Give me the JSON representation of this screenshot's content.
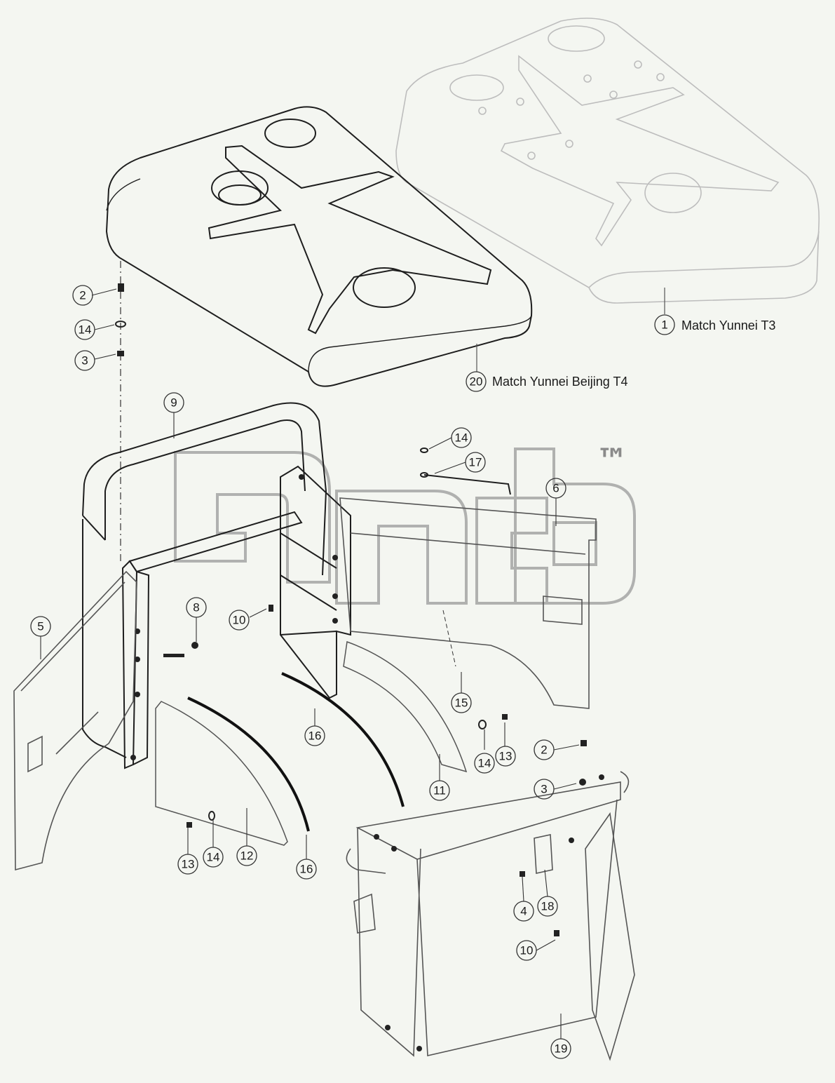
{
  "watermark": {
    "tm": "™"
  },
  "callouts": {
    "c1": {
      "num": "1",
      "text": "Match Yunnei T3"
    },
    "c20": {
      "num": "20",
      "text": "Match Yunnei  Beijing T4"
    },
    "c2a": {
      "num": "2"
    },
    "c14a": {
      "num": "14"
    },
    "c3a": {
      "num": "3"
    },
    "c9": {
      "num": "9"
    },
    "c14b": {
      "num": "14"
    },
    "c17": {
      "num": "17"
    },
    "c6": {
      "num": "6"
    },
    "c5": {
      "num": "5"
    },
    "c8": {
      "num": "8"
    },
    "c10a": {
      "num": "10"
    },
    "c15": {
      "num": "15"
    },
    "c16a": {
      "num": "16"
    },
    "c14c": {
      "num": "14"
    },
    "c13a": {
      "num": "13"
    },
    "c11": {
      "num": "11"
    },
    "c2b": {
      "num": "2"
    },
    "c3b": {
      "num": "3"
    },
    "c13b": {
      "num": "13"
    },
    "c14d": {
      "num": "14"
    },
    "c12": {
      "num": "12"
    },
    "c16b": {
      "num": "16"
    },
    "c4": {
      "num": "4"
    },
    "c18": {
      "num": "18"
    },
    "c10b": {
      "num": "10"
    },
    "c19": {
      "num": "19"
    }
  }
}
